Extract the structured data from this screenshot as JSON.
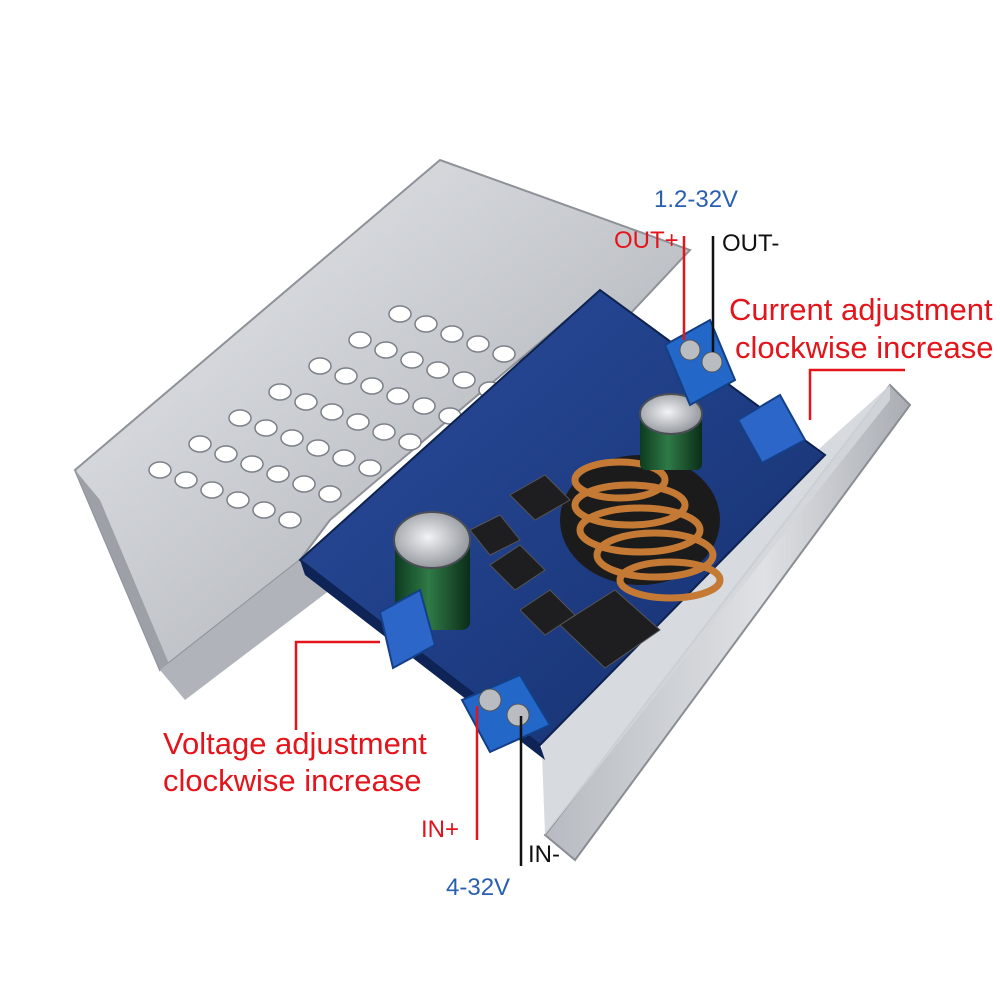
{
  "labels": {
    "output_voltage_range": "1.2-32V",
    "out_plus": "OUT+",
    "out_minus": "OUT-",
    "current_adjust_line1": "Current adjustment",
    "current_adjust_line2": "clockwise increase",
    "voltage_adjust_line1": "Voltage adjustment",
    "voltage_adjust_line2": "clockwise increase",
    "in_plus": "IN+",
    "in_minus": "IN-",
    "input_voltage_range": "4-32V"
  },
  "colors": {
    "annotation_red": "#e3141b",
    "annotation_blue": "#2a5fb0",
    "annotation_black": "#111111",
    "pcb_blue": "#1f3f8a",
    "terminal_blue": "#2367c9",
    "heatsink_silver": "#c9ccd1"
  }
}
